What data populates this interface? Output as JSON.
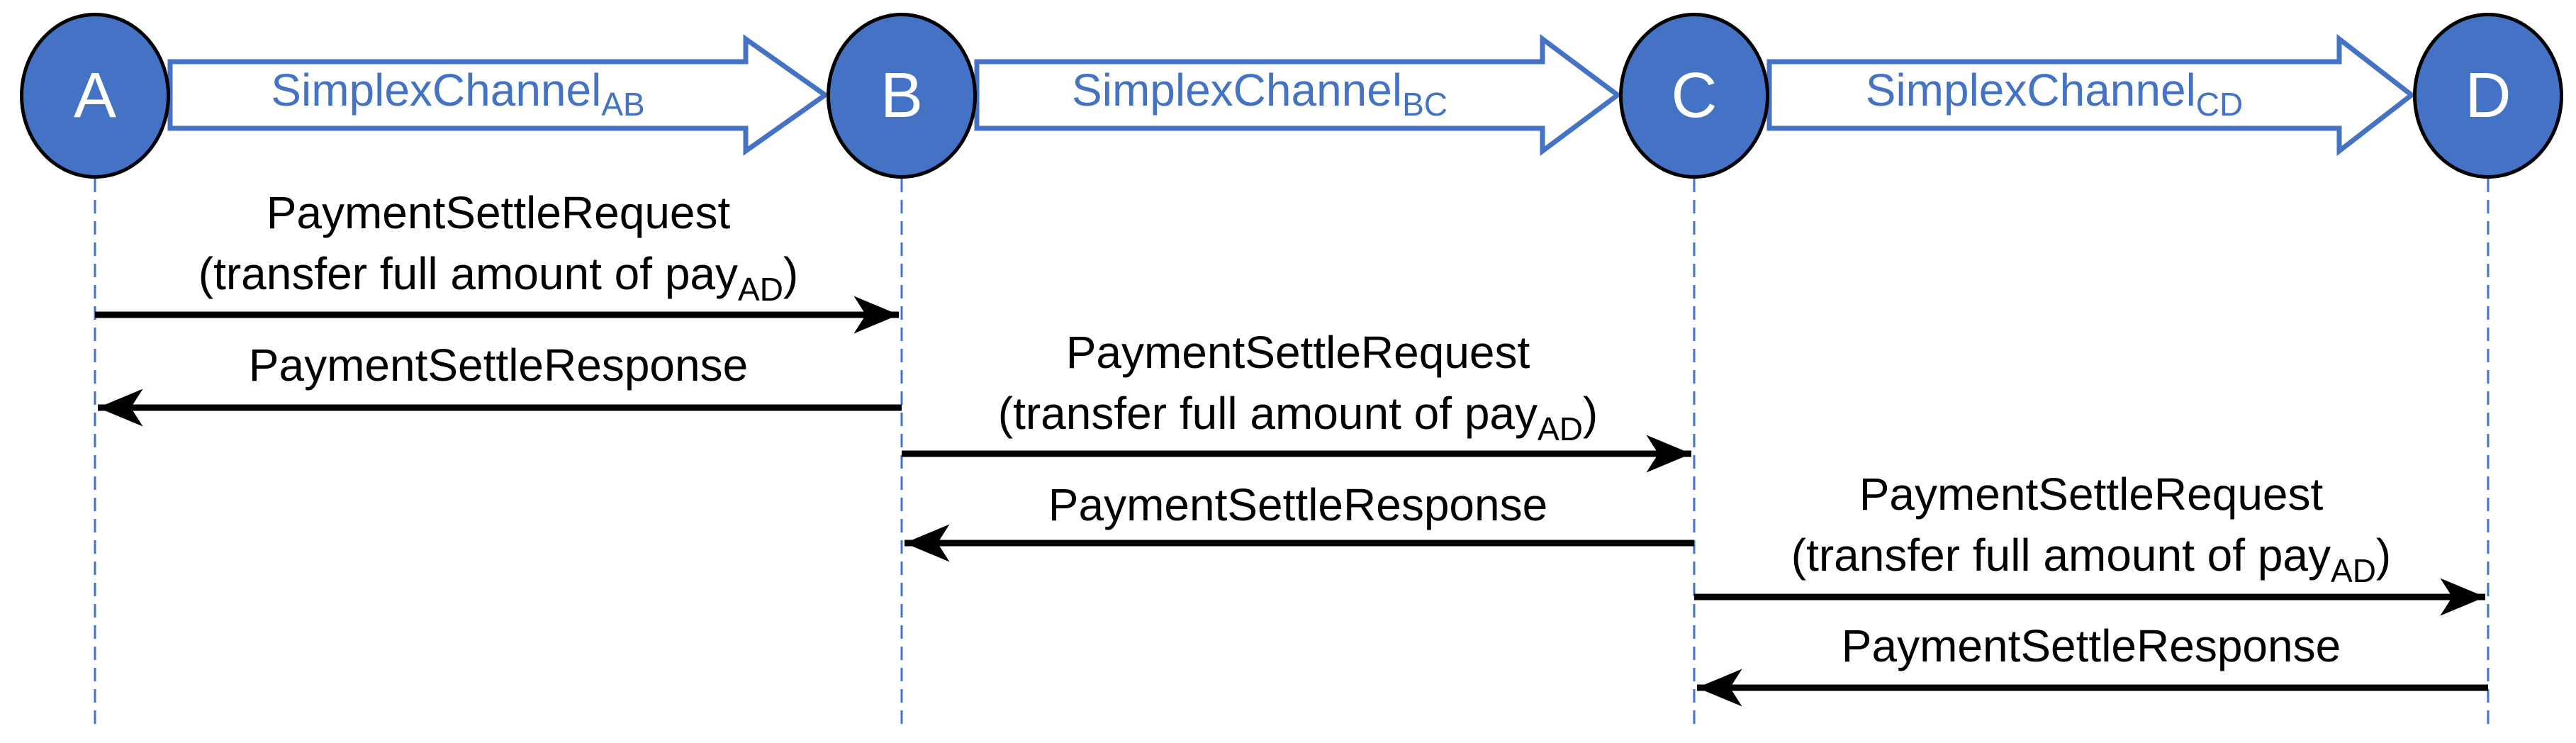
{
  "colors": {
    "accent_blue": "#4472C4",
    "node_fill": "#4472C4",
    "node_border": "#000000",
    "node_text": "#FFFFFF",
    "message_color": "#000000",
    "background": "#FFFFFF"
  },
  "nodes": [
    {
      "label": "A"
    },
    {
      "label": "B"
    },
    {
      "label": "C"
    },
    {
      "label": "D"
    }
  ],
  "channels": [
    {
      "base": "SimplexChannel",
      "sub": "AB"
    },
    {
      "base": "SimplexChannel",
      "sub": "BC"
    },
    {
      "base": "SimplexChannel",
      "sub": "CD"
    }
  ],
  "exchanges": [
    {
      "request_line1": "PaymentSettleRequest",
      "request_line2_pre": "(transfer full amount of pay",
      "request_line2_sub": "AD",
      "request_line2_post": ")",
      "response": "PaymentSettleResponse"
    },
    {
      "request_line1": "PaymentSettleRequest",
      "request_line2_pre": "(transfer full amount of pay",
      "request_line2_sub": "AD",
      "request_line2_post": ")",
      "response": "PaymentSettleResponse"
    },
    {
      "request_line1": "PaymentSettleRequest",
      "request_line2_pre": "(transfer full amount of pay",
      "request_line2_sub": "AD",
      "request_line2_post": ")",
      "response": "PaymentSettleResponse"
    }
  ]
}
